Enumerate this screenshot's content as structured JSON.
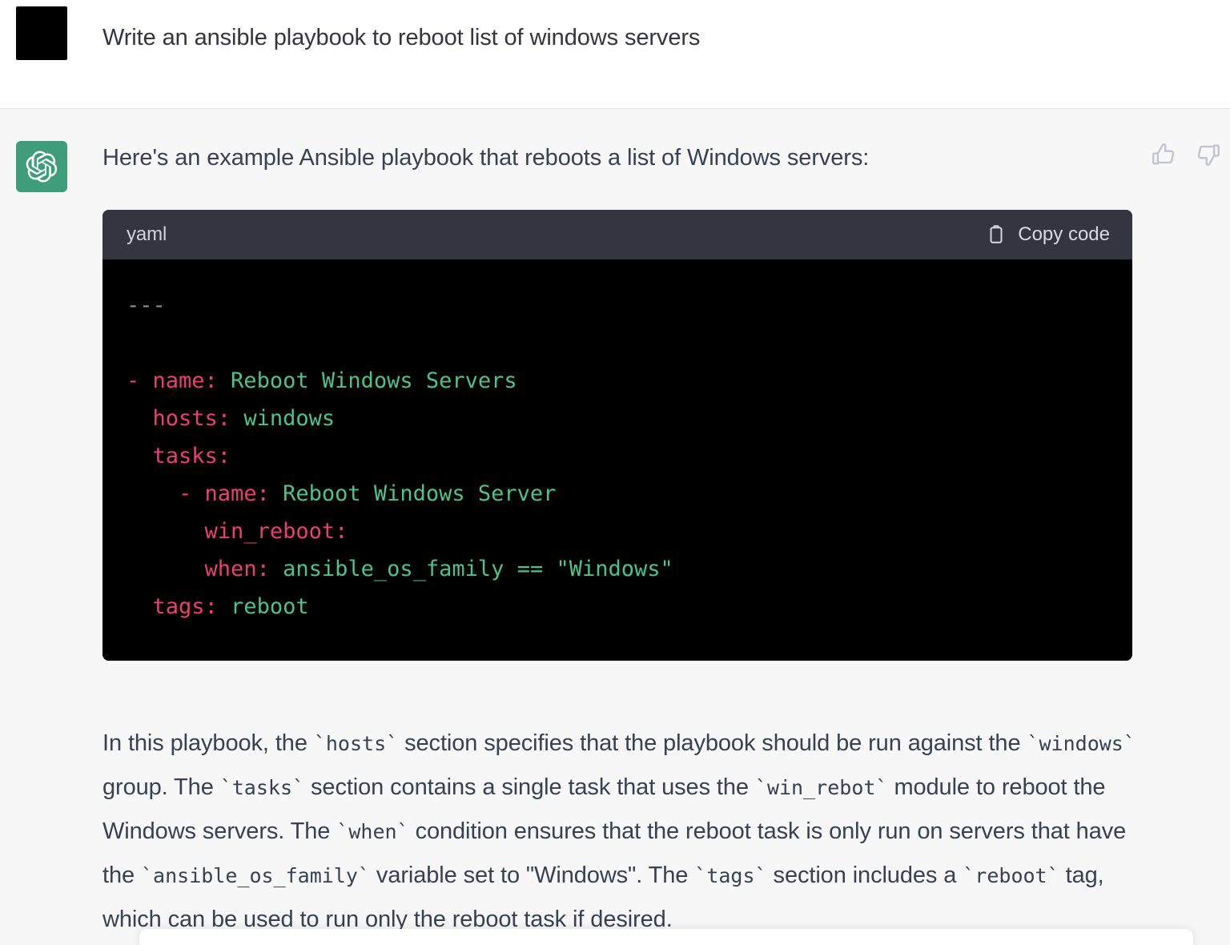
{
  "user_turn": {
    "avatar_name": "user-avatar",
    "message": "Write an ansible playbook to reboot list of windows servers"
  },
  "assistant_turn": {
    "avatar_name": "chatgpt-logo",
    "brand_color": "#3f9d7c",
    "intro": "Here's an example Ansible playbook that reboots a list of Windows servers:",
    "feedback": {
      "thumbs_up_label": "thumbs-up",
      "thumbs_down_label": "thumbs-down",
      "icon_color": "#c3c3d1"
    },
    "code_block": {
      "language": "yaml",
      "copy_label": "Copy code",
      "copy_icon": "clipboard-icon",
      "background": "#000000",
      "header_background": "#343541",
      "colors": {
        "key": "#e8416f",
        "value": "#4cc38a",
        "punctuation": "#8b9199",
        "string": "#4cc38a"
      },
      "lines": [
        {
          "indent": 0,
          "tokens": [
            {
              "t": "punct",
              "s": "---"
            }
          ]
        },
        {
          "indent": 0,
          "tokens": []
        },
        {
          "indent": 0,
          "tokens": [
            {
              "t": "dash",
              "s": "- "
            },
            {
              "t": "key",
              "s": "name:"
            },
            {
              "t": "val",
              "s": " Reboot Windows Servers"
            }
          ]
        },
        {
          "indent": 0,
          "tokens": [
            {
              "t": "plain",
              "s": "  "
            },
            {
              "t": "key",
              "s": "hosts:"
            },
            {
              "t": "val",
              "s": " windows"
            }
          ]
        },
        {
          "indent": 0,
          "tokens": [
            {
              "t": "plain",
              "s": "  "
            },
            {
              "t": "key",
              "s": "tasks:"
            }
          ]
        },
        {
          "indent": 0,
          "tokens": [
            {
              "t": "plain",
              "s": "    "
            },
            {
              "t": "dash",
              "s": "- "
            },
            {
              "t": "key",
              "s": "name:"
            },
            {
              "t": "val",
              "s": " Reboot Windows Server"
            }
          ]
        },
        {
          "indent": 0,
          "tokens": [
            {
              "t": "plain",
              "s": "      "
            },
            {
              "t": "key",
              "s": "win_reboot:"
            }
          ]
        },
        {
          "indent": 0,
          "tokens": [
            {
              "t": "plain",
              "s": "      "
            },
            {
              "t": "key",
              "s": "when:"
            },
            {
              "t": "val",
              "s": " ansible_os_family"
            },
            {
              "t": "op",
              "s": " == "
            },
            {
              "t": "str",
              "s": "\"Windows\""
            }
          ]
        },
        {
          "indent": 0,
          "tokens": [
            {
              "t": "plain",
              "s": "  "
            },
            {
              "t": "key",
              "s": "tags:"
            },
            {
              "t": "val",
              "s": " reboot"
            }
          ]
        }
      ],
      "plain_text": "---\n\n- name: Reboot Windows Servers\n  hosts: windows\n  tasks:\n    - name: Reboot Windows Server\n      win_reboot:\n      when: ansible_os_family == \"Windows\"\n  tags: reboot"
    },
    "explanation": {
      "parts": [
        {
          "type": "text",
          "s": "In this playbook, the "
        },
        {
          "type": "code",
          "s": "`hosts`"
        },
        {
          "type": "text",
          "s": " section specifies that the playbook should be run against the "
        },
        {
          "type": "code",
          "s": "`windows`"
        },
        {
          "type": "text",
          "s": " group. The "
        },
        {
          "type": "code",
          "s": "`tasks`"
        },
        {
          "type": "text",
          "s": " section contains a single task that uses the "
        },
        {
          "type": "code",
          "s": "`win_rebot`"
        },
        {
          "type": "text",
          "s": " module to reboot the Windows servers. The "
        },
        {
          "type": "code",
          "s": "`when`"
        },
        {
          "type": "text",
          "s": " condition ensures that the reboot task is only run on servers that have the "
        },
        {
          "type": "code",
          "s": "`ansible_os_family`"
        },
        {
          "type": "text",
          "s": " variable set to \"Windows\". The "
        },
        {
          "type": "code",
          "s": "`tags`"
        },
        {
          "type": "text",
          "s": " section includes a "
        },
        {
          "type": "code",
          "s": "`reboot`"
        },
        {
          "type": "text",
          "s": " tag, which can be used to run only the reboot task if desired."
        }
      ]
    }
  }
}
